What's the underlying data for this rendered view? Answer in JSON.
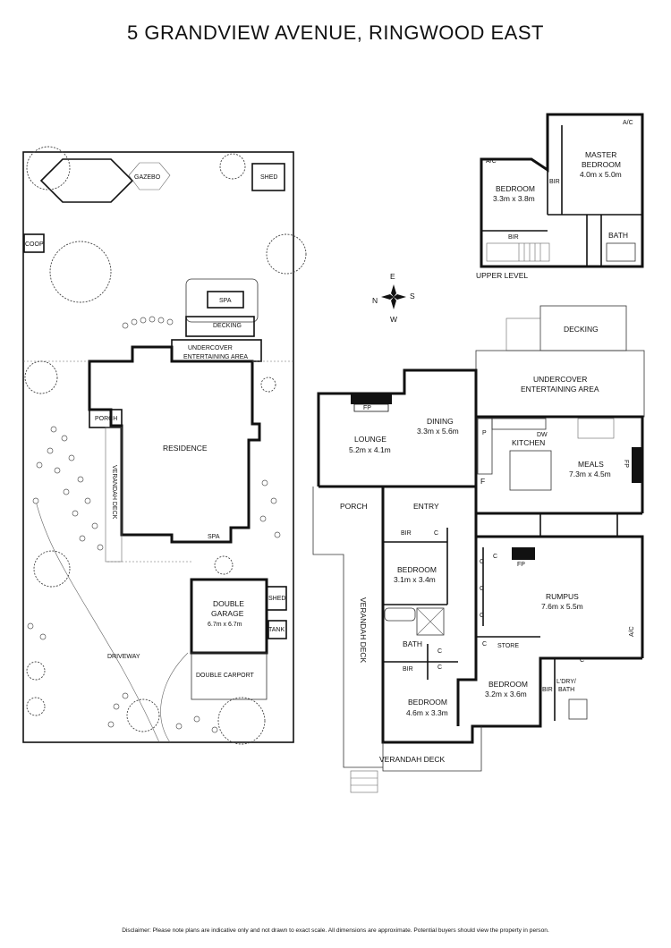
{
  "title": "5 GRANDVIEW AVENUE, RINGWOOD EAST",
  "disclaimer": "Disclaimer: Please note plans are indicative only and not drawn to exact scale. All dimensions are approximate. Potential buyers should view the property in person.",
  "compass": {
    "n": "N",
    "e": "E",
    "s": "S",
    "w": "W"
  },
  "site": {
    "gazebo": "GAZEBO",
    "shed": "SHED",
    "coop": "COOP",
    "spa": "SPA",
    "decking": "DECKING",
    "undercover_line1": "UNDERCOVER",
    "undercover_line2": "ENTERTAINING AREA",
    "porch": "PORCH",
    "residence": "RESIDENCE",
    "verandah_deck": "VERANDAH DECK",
    "site_spa": "SPA",
    "garage_line1": "DOUBLE",
    "garage_line2": "GARAGE",
    "garage_dim": "6.7m x 6.7m",
    "shed2": "SHED",
    "tank": "TANK",
    "driveway": "DRIVEWAY",
    "carport": "DOUBLE CARPORT"
  },
  "upper": {
    "level_label": "UPPER LEVEL",
    "ac1": "A/C",
    "ac2": "A/C",
    "master_line1": "MASTER",
    "master_line2": "BEDROOM",
    "master_dim": "4.0m x 5.0m",
    "bedroom": "BEDROOM",
    "bedroom_dim": "3.3m x 3.8m",
    "bir1": "BIR",
    "bir2": "BIR",
    "bath": "BATH"
  },
  "ground": {
    "decking": "DECKING",
    "undercover_line1": "UNDERCOVER",
    "undercover_line2": "ENTERTAINING AREA",
    "fp1": "FP",
    "dining": "DINING",
    "dining_dim": "3.3m x 5.6m",
    "lounge": "LOUNGE",
    "lounge_dim": "5.2m x 4.1m",
    "p": "P",
    "dw": "DW",
    "kitchen": "KITCHEN",
    "fp2": "FP",
    "meals": "MEALS",
    "meals_dim": "7.3m x 4.5m",
    "f": "F",
    "porch": "PORCH",
    "entry": "ENTRY",
    "bir_a": "BIR",
    "c_a": "C",
    "bed1": "BEDROOM",
    "bed1_dim": "3.1m x 3.4m",
    "c1": "C",
    "c2": "C",
    "c3": "C",
    "fp3": "FP",
    "rumpus": "RUMPUS",
    "rumpus_dim": "7.6m x 5.5m",
    "c4": "C",
    "verandah_deck_v": "VERANDAH DECK",
    "bath": "BATH",
    "c5": "C",
    "bir_b": "BIR",
    "c6": "C",
    "c7": "C",
    "store": "STORE",
    "ac": "A/C",
    "c8": "C",
    "ldry": "L'DRY/",
    "ldry2": "BATH",
    "bed2": "BEDROOM",
    "bed2_dim": "4.6m x 3.3m",
    "bed3": "BEDROOM",
    "bed3_dim": "3.2m x 3.6m",
    "bir_c": "BIR",
    "verandah_deck_h": "VERANDAH DECK"
  }
}
